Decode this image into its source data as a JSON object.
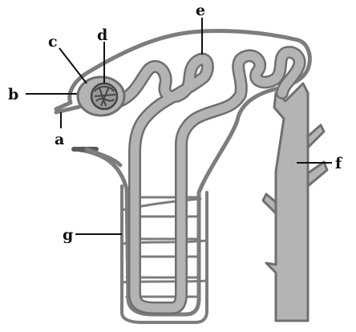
{
  "colors": {
    "tubule_fill": "#b4b4b4",
    "tubule_outline": "#6f6f6f",
    "vessel": "#7d7d7d",
    "label_line": "#111111"
  },
  "labels": {
    "a": "a",
    "b": "b",
    "c": "c",
    "d": "d",
    "e": "e",
    "f": "f",
    "g": "g"
  }
}
